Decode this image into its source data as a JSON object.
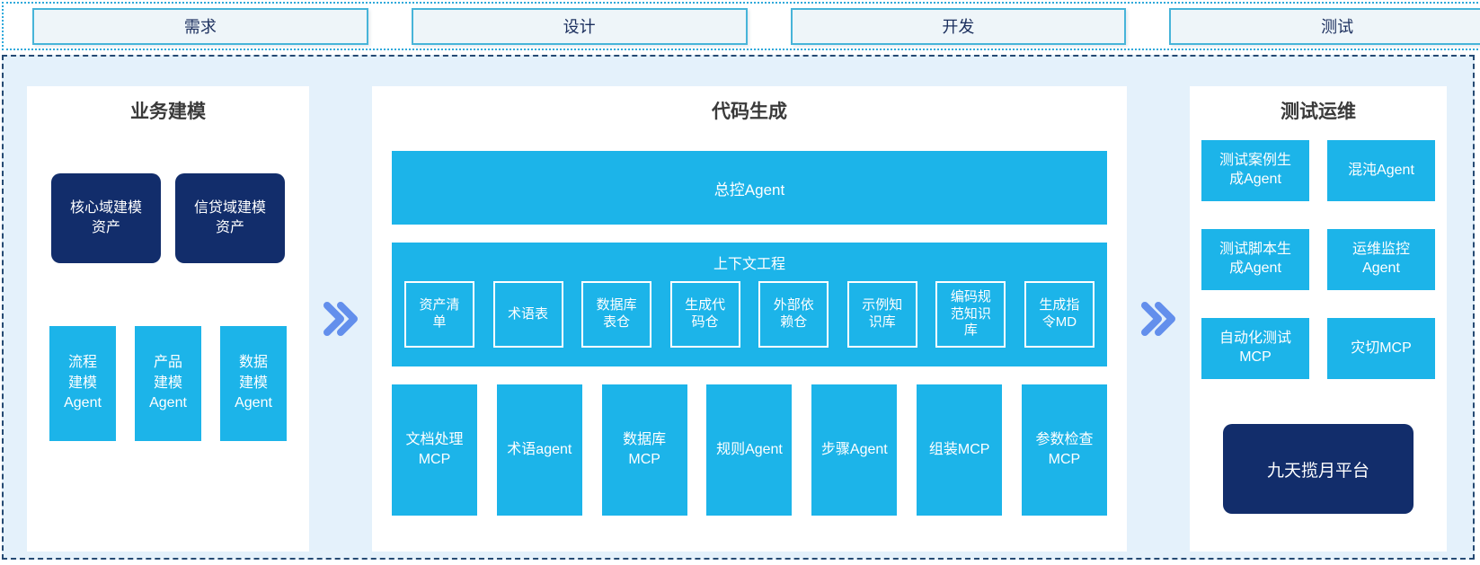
{
  "phases": [
    "需求",
    "设计",
    "开发",
    "测试"
  ],
  "panels": {
    "business_modeling": {
      "title": "业务建模",
      "assets": [
        {
          "label": "核心域建模\n资产"
        },
        {
          "label": "信贷域建模\n资产"
        }
      ],
      "agents": [
        {
          "label": "流程\n建模\nAgent"
        },
        {
          "label": "产品\n建模\nAgent"
        },
        {
          "label": "数据\n建模\nAgent"
        }
      ]
    },
    "code_generation": {
      "title": "代码生成",
      "master_agent": "总控Agent",
      "context_engineering": {
        "title": "上下文工程",
        "items": [
          {
            "label": "资产清\n单"
          },
          {
            "label": "术语表"
          },
          {
            "label": "数据库\n表仓"
          },
          {
            "label": "生成代\n码仓"
          },
          {
            "label": "外部依\n赖仓"
          },
          {
            "label": "示例知\n识库"
          },
          {
            "label": "编码规\n范知识\n库"
          },
          {
            "label": "生成指\n令MD"
          }
        ]
      },
      "tools": [
        {
          "label": "文档处理\nMCP"
        },
        {
          "label": "术语agent"
        },
        {
          "label": "数据库\nMCP"
        },
        {
          "label": "规则Agent"
        },
        {
          "label": "步骤Agent"
        },
        {
          "label": "组装MCP"
        },
        {
          "label": "参数检查\nMCP"
        }
      ]
    },
    "test_ops": {
      "title": "测试运维",
      "boxes": [
        {
          "label": "测试案例生\n成Agent"
        },
        {
          "label": "混沌Agent"
        },
        {
          "label": "测试脚本生\n成Agent"
        },
        {
          "label": "运维监控\nAgent"
        },
        {
          "label": "自动化测试\nMCP"
        },
        {
          "label": "灾切MCP"
        }
      ],
      "platform": "九天揽月平台"
    }
  },
  "colors": {
    "accent_cyan": "#1CB4E9",
    "navy": "#122D6B",
    "band_background": "#E4F1FB",
    "phase_box_fill": "#EEF5F9",
    "phase_box_border": "#47B4D9",
    "dotted_border": "#2FA9DB",
    "dashed_border": "#254A73",
    "arrow_blue": "#638FEC"
  }
}
